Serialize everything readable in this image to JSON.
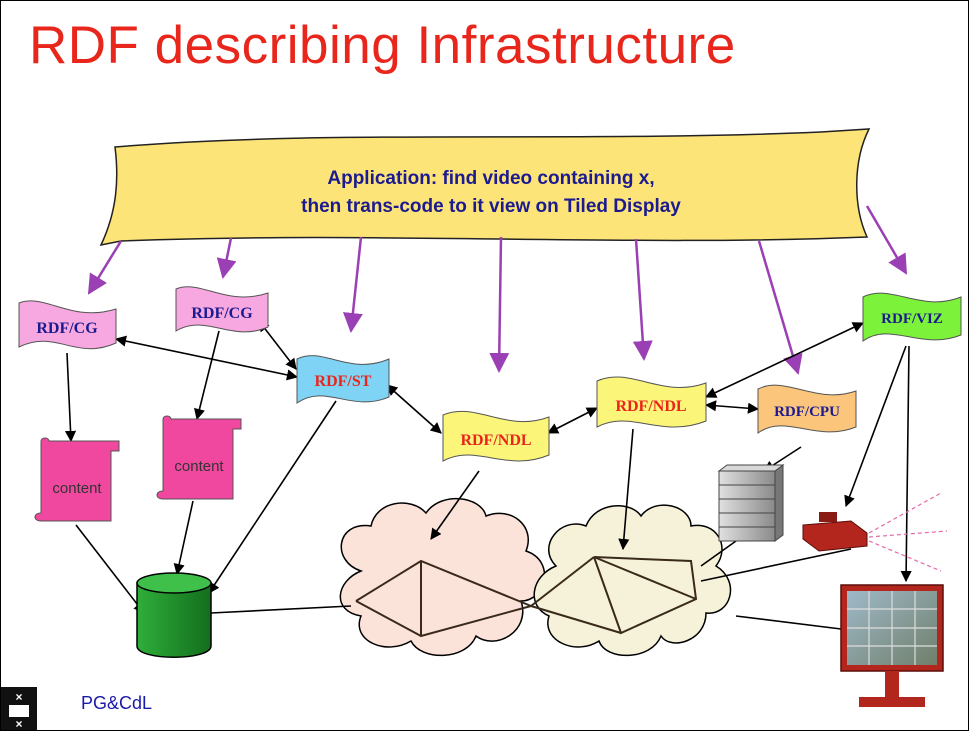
{
  "slide": {
    "title": "RDF describing Infrastructure",
    "footer": "PG&CdL"
  },
  "banner": {
    "line1": "Application: find video containing x,",
    "line2": "then trans-code to it view on Tiled Display"
  },
  "flags": [
    {
      "id": "cg1",
      "label": "RDF/CG",
      "fill": "#f7a8e0",
      "text_color": "#1b1b8f"
    },
    {
      "id": "cg2",
      "label": "RDF/CG",
      "fill": "#f7a8e0",
      "text_color": "#1b1b8f"
    },
    {
      "id": "st",
      "label": "RDF/ST",
      "fill": "#7fd3f5",
      "text_color": "#e8261c"
    },
    {
      "id": "ndl1",
      "label": "RDF/NDL",
      "fill": "#fbf57a",
      "text_color": "#e8261c"
    },
    {
      "id": "ndl2",
      "label": "RDF/NDL",
      "fill": "#fbf57a",
      "text_color": "#e8261c"
    },
    {
      "id": "cpu",
      "label": "RDF/CPU",
      "fill": "#fbc57c",
      "text_color": "#1b1b8f"
    },
    {
      "id": "viz",
      "label": "RDF/VIZ",
      "fill": "#7cf23a",
      "text_color": "#1b1b8f"
    }
  ],
  "content_scrolls": [
    {
      "id": "content1",
      "label": "content",
      "fill": "#f0489f"
    },
    {
      "id": "content2",
      "label": "content",
      "fill": "#f0489f"
    }
  ],
  "colors": {
    "banner_fill": "#fde478",
    "arrow_purple": "#9b3fb5",
    "arrow_black": "#000000",
    "storage_green": "#1f8f2c",
    "cloud_left": "#fbe3da",
    "cloud_right": "#f6f2da",
    "display_red": "#b3261e"
  },
  "icons": [
    "storage-cylinder-icon",
    "server-stack-icon",
    "projector-icon",
    "tiled-display-icon",
    "uva-logo-icon"
  ]
}
